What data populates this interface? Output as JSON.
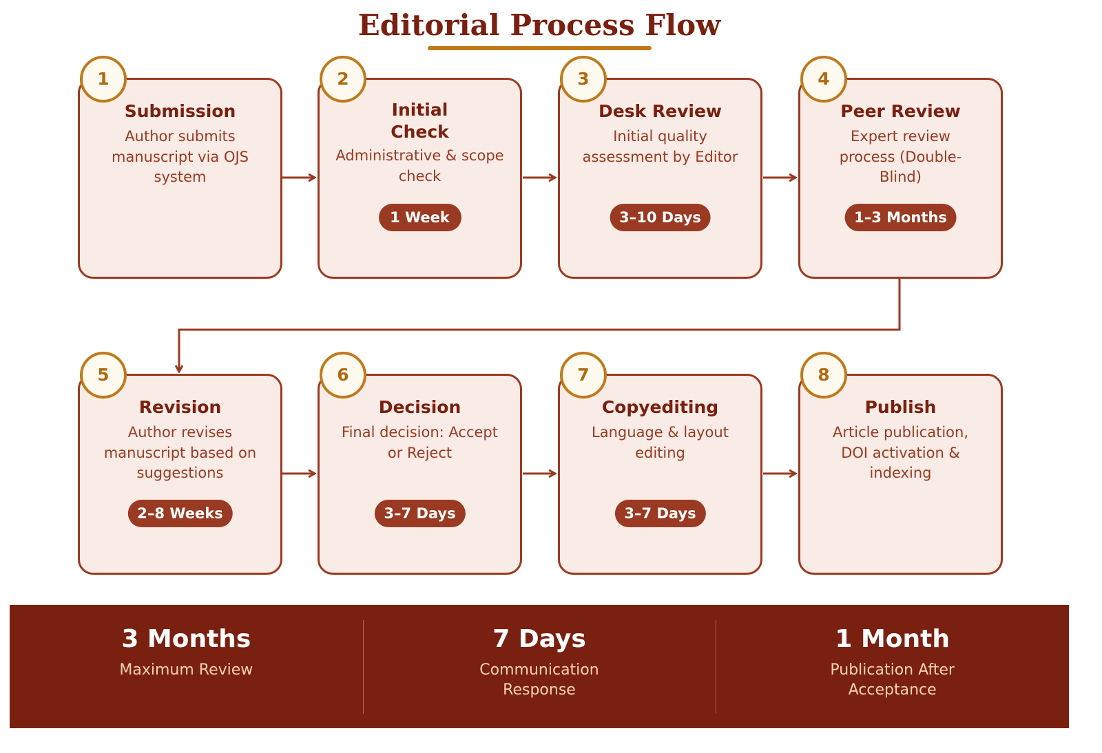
{
  "title": "Editorial Process Flow",
  "steps": [
    {
      "num": "1",
      "title": "Submission",
      "desc": "Author submits manuscript via OJS system",
      "badge": null
    },
    {
      "num": "2",
      "title": "Initial Check",
      "desc": "Administrative & scope check",
      "badge": "1 Week"
    },
    {
      "num": "3",
      "title": "Desk Review",
      "desc": "Initial quality assessment by Editor",
      "badge": "3–10 Days"
    },
    {
      "num": "4",
      "title": "Peer Review",
      "desc": "Expert review process (Double-Blind)",
      "badge": "1–3 Months"
    },
    {
      "num": "5",
      "title": "Revision",
      "desc": "Author revises manuscript based on suggestions",
      "badge": "2–8 Weeks"
    },
    {
      "num": "6",
      "title": "Decision",
      "desc": "Final decision: Accept or Reject",
      "badge": "3–7 Days"
    },
    {
      "num": "7",
      "title": "Copyediting",
      "desc": "Language & layout editing",
      "badge": "3–7 Days"
    },
    {
      "num": "8",
      "title": "Publish",
      "desc": "Article publication, DOI activation & indexing",
      "badge": null
    }
  ],
  "stats": [
    {
      "value": "3 Months",
      "label": "Maximum Review"
    },
    {
      "value": "7 Days",
      "label": "Communication Response"
    },
    {
      "value": "1 Month",
      "label": "Publication After Acceptance"
    }
  ],
  "colors": {
    "primary": "#7a2010",
    "accent": "#c07a1a",
    "box_bg": "#f9ebe5",
    "border": "#9a3a22"
  }
}
